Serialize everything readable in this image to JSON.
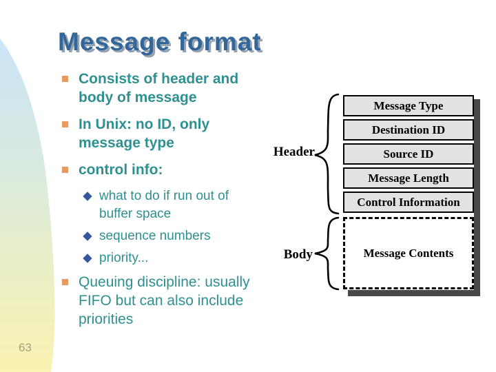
{
  "slide": {
    "title": "Message format",
    "page_number": "63"
  },
  "bullets": {
    "items": [
      {
        "text": "Consists of header and\nbody of message"
      },
      {
        "text": "In Unix: no ID, only\nmessage type"
      },
      {
        "text": "control info:"
      },
      {
        "text": "Queuing discipline: usually\nFIFO but can also include\npriorities"
      }
    ],
    "sub_items": [
      {
        "text": "what to do if run out of\nbuffer space"
      },
      {
        "text": "sequence numbers"
      },
      {
        "text": "priority..."
      }
    ]
  },
  "diagram": {
    "header_label": "Header",
    "body_label": "Body",
    "header_rows": [
      "Message Type",
      "Destination ID",
      "Source ID",
      "Message Length",
      "Control Information"
    ],
    "body_row": "Message Contents"
  },
  "colors": {
    "title_blue": "#336699",
    "title_shadow_gray": "#97a3b1",
    "body_text_teal": "#2e9090",
    "square_bullet_orange": "#e89a62",
    "diamond_bullet_blue": "#34589c",
    "diagram_row_gray": "#e2e2e2",
    "diagram_shadow_gray": "#484848",
    "band_top_blue": "#cbe4f6",
    "band_mid_green": "#e7eecc",
    "band_bottom_yellow": "#faf3b2",
    "page_number_tan": "#ab9d80"
  }
}
